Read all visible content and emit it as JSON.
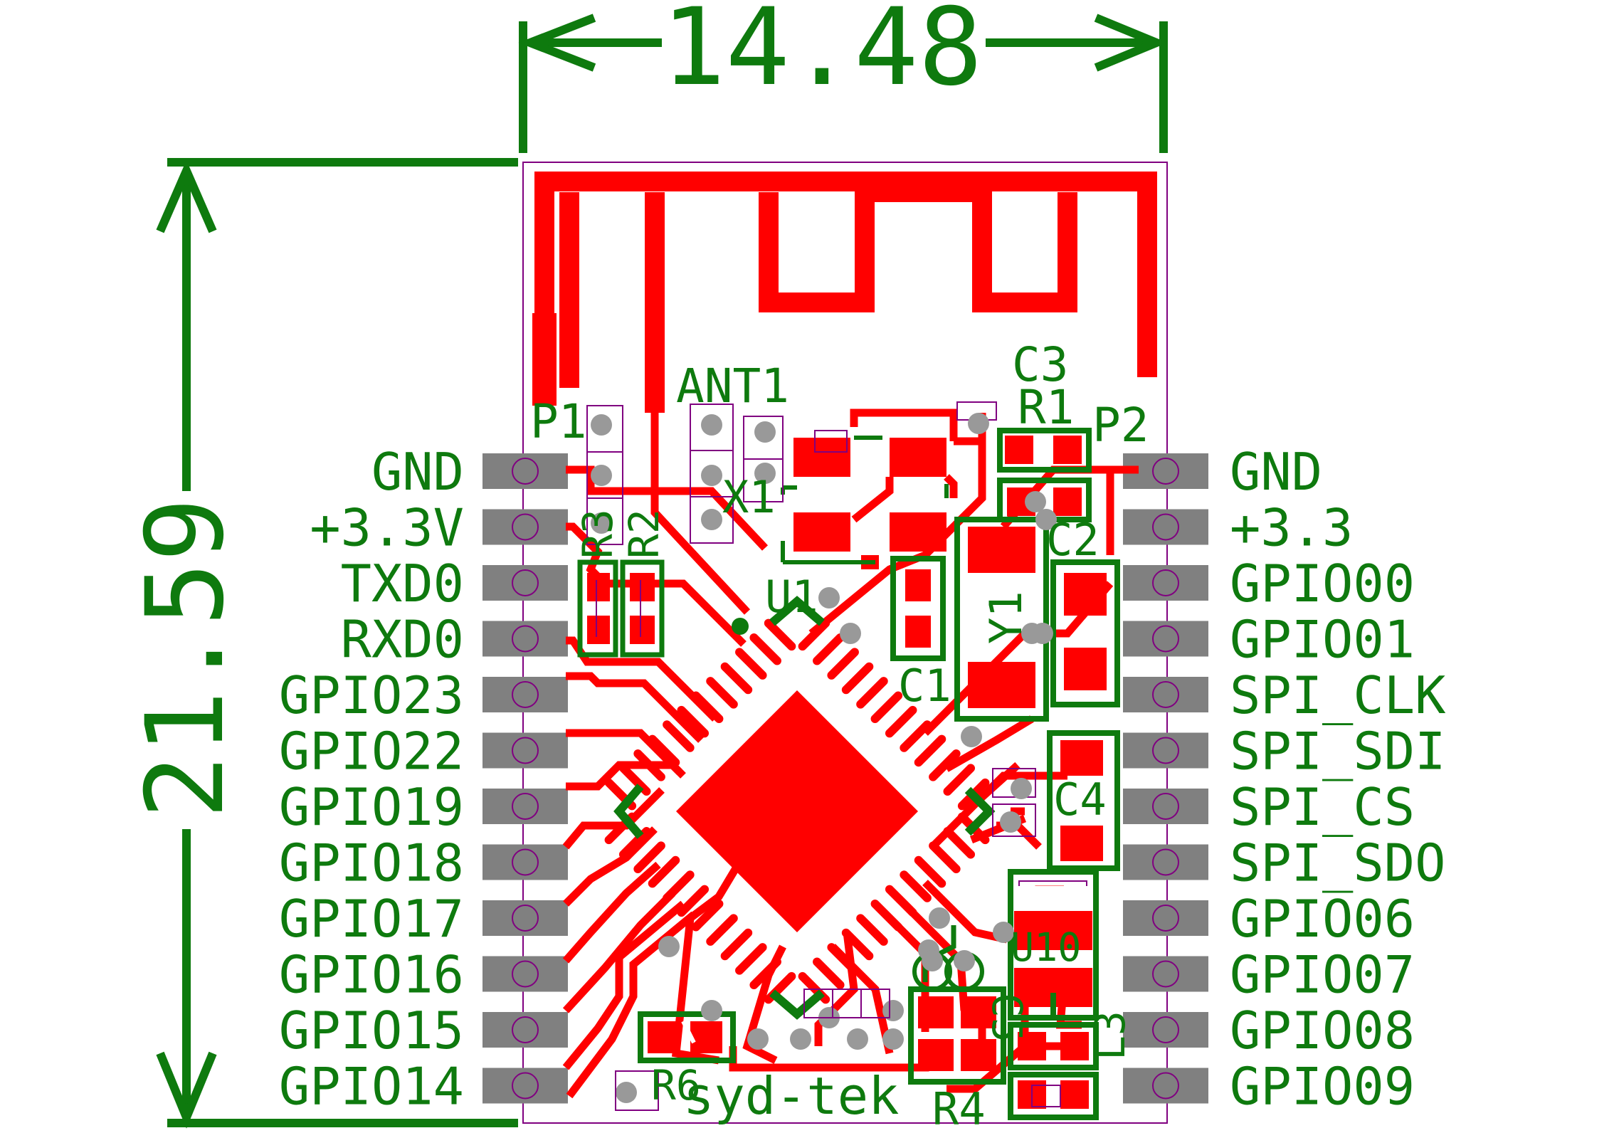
{
  "dimensions": {
    "width": "14.48",
    "height": "21.59"
  },
  "left_pins": [
    "GND",
    "+3.3V",
    "TXD0",
    "RXD0",
    "GPIO23",
    "GPIO22",
    "GPIO19",
    "GPIO18",
    "GPIO17",
    "GPIO16",
    "GPIO15",
    "GPIO14"
  ],
  "right_pins": [
    "GND",
    "+3.3",
    "GPIO00",
    "GPIO01",
    "SPI_CLK",
    "SPI_SDI",
    "SPI_CS",
    "SPI_SDO",
    "GPIO06",
    "GPIO07",
    "GPIO08",
    "GPIO09"
  ],
  "designators": {
    "ant": "ANT1",
    "c3": "C3",
    "r1": "R1",
    "p1": "P1",
    "p2": "P2",
    "x1": "X1",
    "u1": "U1",
    "r3": "R3",
    "r2": "R2",
    "c2": "C2",
    "y1": "Y1",
    "c1": "C1",
    "c4": "C4",
    "u10": "U10",
    "r4": "R4",
    "l3": "L3",
    "r6": "R6",
    "c5": "C5"
  },
  "brand": "syd-tek",
  "colors": {
    "silkscreen": "#0e7a0e",
    "copper": "#ff0000",
    "pad": "#808080",
    "outline": "#800080",
    "via": "#999999"
  }
}
